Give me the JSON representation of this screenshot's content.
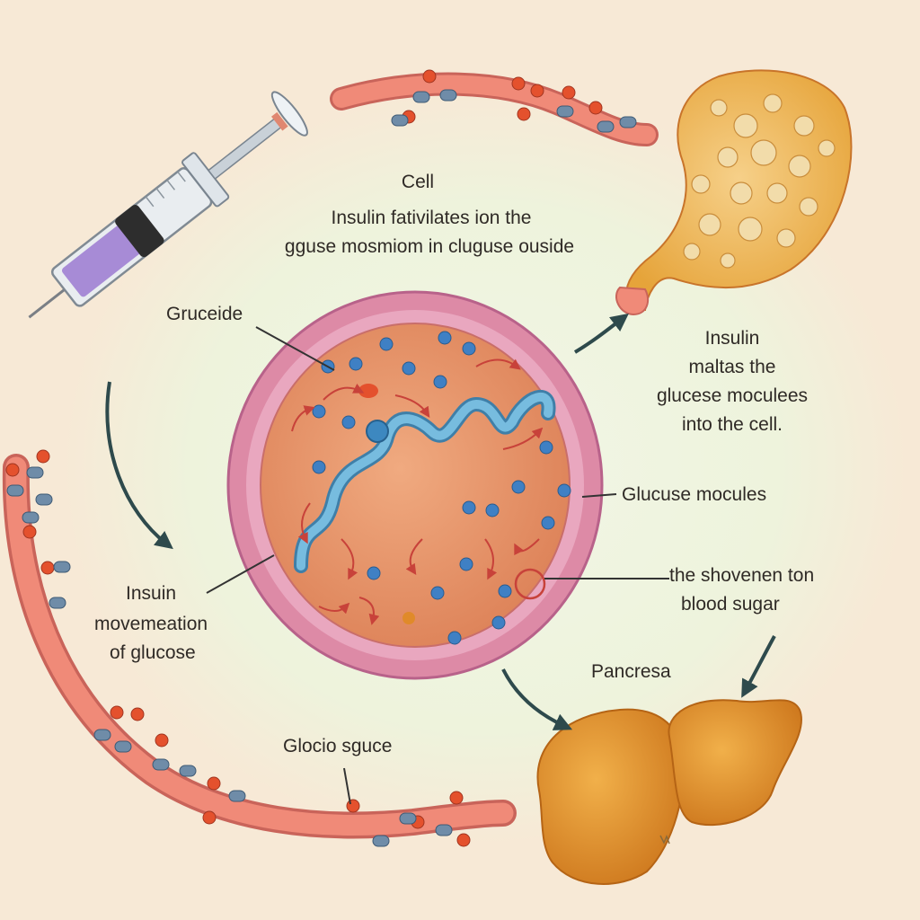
{
  "labels": {
    "title": "Cell",
    "subtitle_line1": "Insulin fativilates ion the",
    "subtitle_line2": "gguse mosmiom in cluguse ouside",
    "gruceide": "Gruceide",
    "right_line1": "Insulin",
    "right_line2": "maltas the",
    "right_line3": "glucese moculees",
    "right_line4": "into the cell.",
    "glucuse_mocules": "Glucuse mocules",
    "shovenen_line1": "the shovenen ton",
    "shovenen_line2": "blood sugar",
    "pancresa": "Pancresa",
    "insuin_line1": "Insuin",
    "insuin_line2": "movemeation",
    "insuin_line3": "of glucose",
    "glocio": "Glocio sguce"
  },
  "colors": {
    "background": "#f7e9d6",
    "glow": "#eef3dc",
    "vessel": "#f08a78",
    "molecule_red": "#e4512d",
    "molecule_blue": "#6f8ca8",
    "cell_body": "#e8966a",
    "cell_membrane": "#dd8aa6",
    "nucleus_blue": "#5fa9cf",
    "organ_orange": "#e79533",
    "arrow": "#2e4a4c"
  },
  "icons": [
    "syringe-icon",
    "pancreas-organ-icon",
    "liver-organ-icon",
    "cell-icon",
    "blood-vessel-icon"
  ]
}
